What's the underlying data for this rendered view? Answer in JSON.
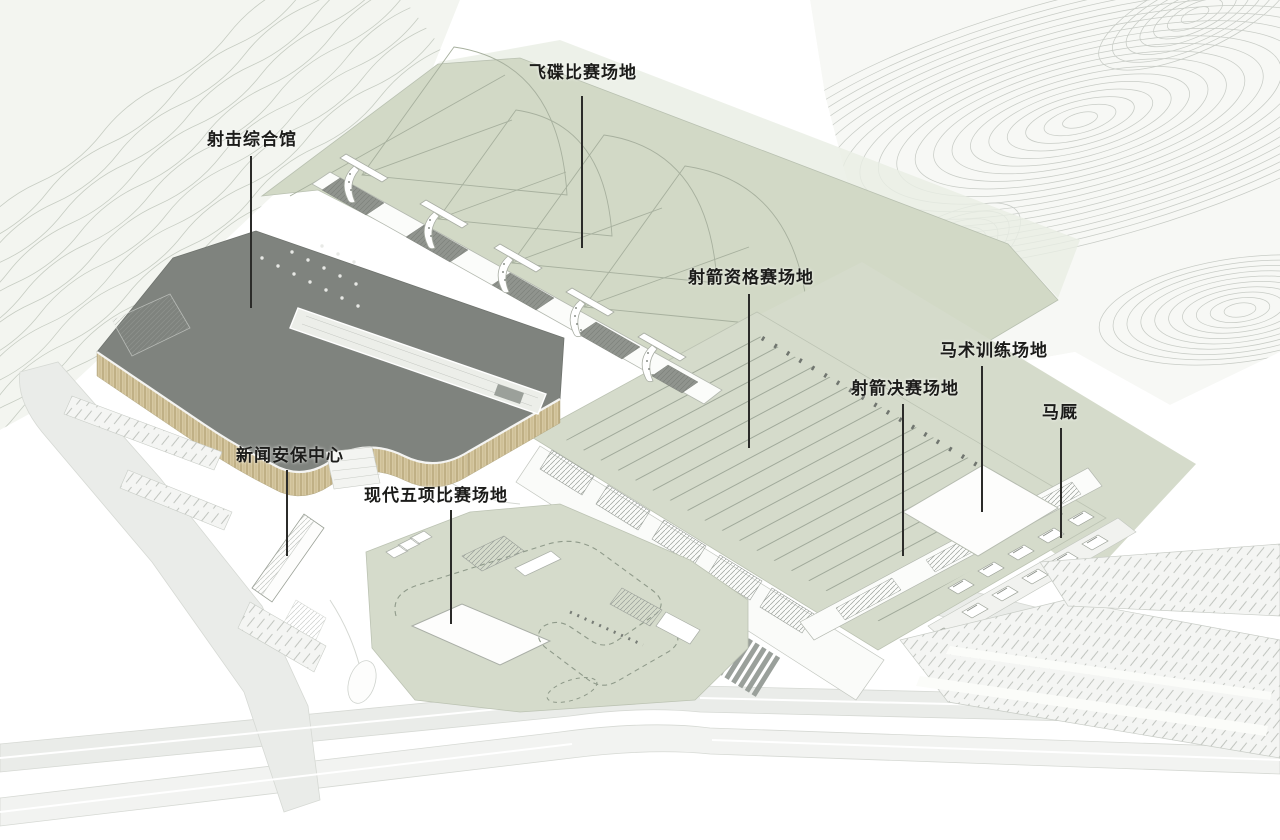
{
  "labels": [
    {
      "id": "trap-shooting-venue",
      "text": "飞碟比赛场地"
    },
    {
      "id": "shooting-hall",
      "text": "射击综合馆"
    },
    {
      "id": "archery-qualification",
      "text": "射箭资格赛场地"
    },
    {
      "id": "equestrian-training",
      "text": "马术训练场地"
    },
    {
      "id": "archery-finals",
      "text": "射箭决赛场地"
    },
    {
      "id": "stables",
      "text": "马厩"
    },
    {
      "id": "news-security-center",
      "text": "新闻安保中心"
    },
    {
      "id": "modern-pentathlon-venue",
      "text": "现代五项比赛场地"
    }
  ],
  "colors": {
    "field_green": "#d5dbcb",
    "trap_field_green": "#d2d9c6",
    "roof_dark_gray": "#7f837e",
    "wood_facade_tan": "#d6c8a2",
    "road_gray": "#eaece9",
    "contour_line": "#c6ccc2",
    "label_text": "#1c1c1a"
  }
}
